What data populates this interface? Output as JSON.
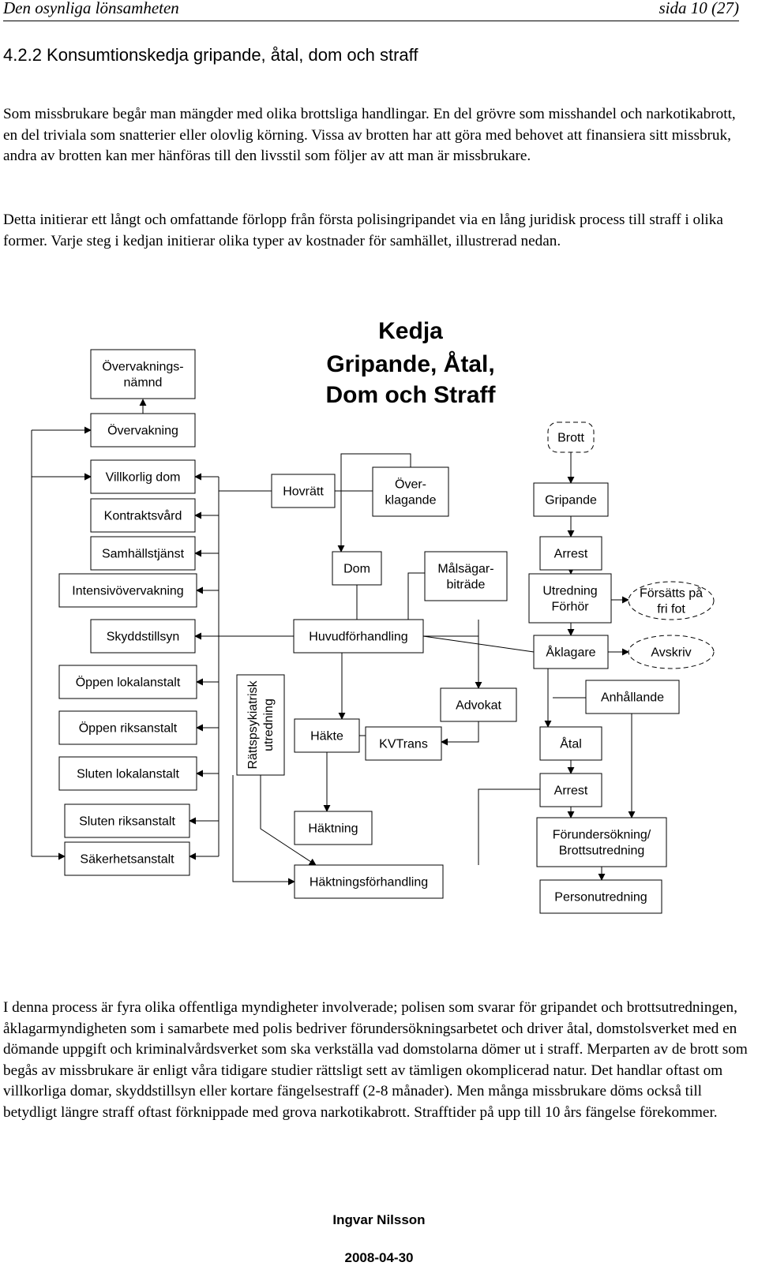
{
  "header": {
    "left": "Den osynliga lönsamheten",
    "right": "sida 10 (27)"
  },
  "section_title": "4.2.2  Konsumtionskedja gripande, åtal, dom och straff",
  "paragraphs": [
    "Som missbrukare begår man mängder med olika brottsliga handlingar. En del grövre som misshandel och narkotikabrott, en del triviala som snatterier eller olovlig körning. Vissa av brotten har att göra med behovet att finansiera sitt missbruk, andra av brotten kan mer hänföras till den livsstil som följer av att man är missbrukare.",
    "Detta initierar ett långt och omfattande förlopp från första polisingripandet via en lång juridisk process till straff i olika former. Varje steg i kedjan initierar olika typer av kostnader för samhället, illustrerad nedan.",
    "I denna process är fyra olika offentliga myndigheter involverade; polisen som svarar för gripandet och brottsutredningen, åklagarmyndigheten som i samarbete med polis bedriver förundersökningsarbetet och driver åtal, domstolsverket med en dömande uppgift och kriminalvårdsverket som ska verkställa vad domstolarna dömer ut i straff. Merparten av de brott som begås av missbrukare är enligt våra tidigare studier rättsligt sett av tämligen okomplicerad natur. Det handlar oftast om villkorliga domar, skyddstillsyn eller kortare fängelsestraff (2-8 månader). Men många missbrukare döms också till betydligt längre straff oftast förknippade med grova narkotikabrott. Strafftider på upp till 10 års fängelse förekommer."
  ],
  "diagram": {
    "title_lines": [
      "Kedja",
      "Gripande, Åtal,",
      "Dom och Straff"
    ],
    "boxes": {
      "overvakningsnamnd": [
        "Övervaknings-",
        "nämnd"
      ],
      "overvakning": [
        "Övervakning"
      ],
      "villkorlig_dom": [
        "Villkorlig dom"
      ],
      "kontraktsvard": [
        "Kontraktsvård"
      ],
      "samhallstjanst": [
        "Samhällstjänst"
      ],
      "intensivovervakning": [
        "Intensivövervakning"
      ],
      "skyddstillsyn": [
        "Skyddstillsyn"
      ],
      "oppen_lokalanstalt": [
        "Öppen lokalanstalt"
      ],
      "oppen_riksanstalt": [
        "Öppen riksanstalt"
      ],
      "sluten_lokalanstalt": [
        "Sluten lokalanstalt"
      ],
      "sluten_riksanstalt": [
        "Sluten riksanstalt"
      ],
      "sakerhetsanstalt": [
        "Säkerhetsanstalt"
      ],
      "rattspsyk": [
        "Rättspsykiatrisk",
        "utredning"
      ],
      "hovratt": [
        "Hovrätt"
      ],
      "overklagande": [
        "Över-",
        "klagande"
      ],
      "dom": [
        "Dom"
      ],
      "malsagarbitrade": [
        "Målsägar-",
        "biträde"
      ],
      "huvudforhandling": [
        "Huvudförhandling"
      ],
      "hakte": [
        "Häkte"
      ],
      "kvtrans": [
        "KVTrans"
      ],
      "advokat": [
        "Advokat"
      ],
      "haktning": [
        "Häktning"
      ],
      "haktningsforhandling": [
        "Häktningsförhandling"
      ],
      "brott": [
        "Brott"
      ],
      "gripande": [
        "Gripande"
      ],
      "arrest1": [
        "Arrest"
      ],
      "utredning_forhor": [
        "Utredning",
        "Förhör"
      ],
      "forsatts": [
        "Försätts på",
        "fri fot"
      ],
      "aklagare": [
        "Åklagare"
      ],
      "avskriv": [
        "Avskriv"
      ],
      "anhallande": [
        "Anhållande"
      ],
      "atal": [
        "Åtal"
      ],
      "arrest2": [
        "Arrest"
      ],
      "forundersokning": [
        "Förundersökning/",
        "Brottsutredning"
      ],
      "personutredning": [
        "Personutredning"
      ]
    }
  },
  "footer": {
    "author": "Ingvar Nilsson",
    "date": "2008-04-30"
  }
}
